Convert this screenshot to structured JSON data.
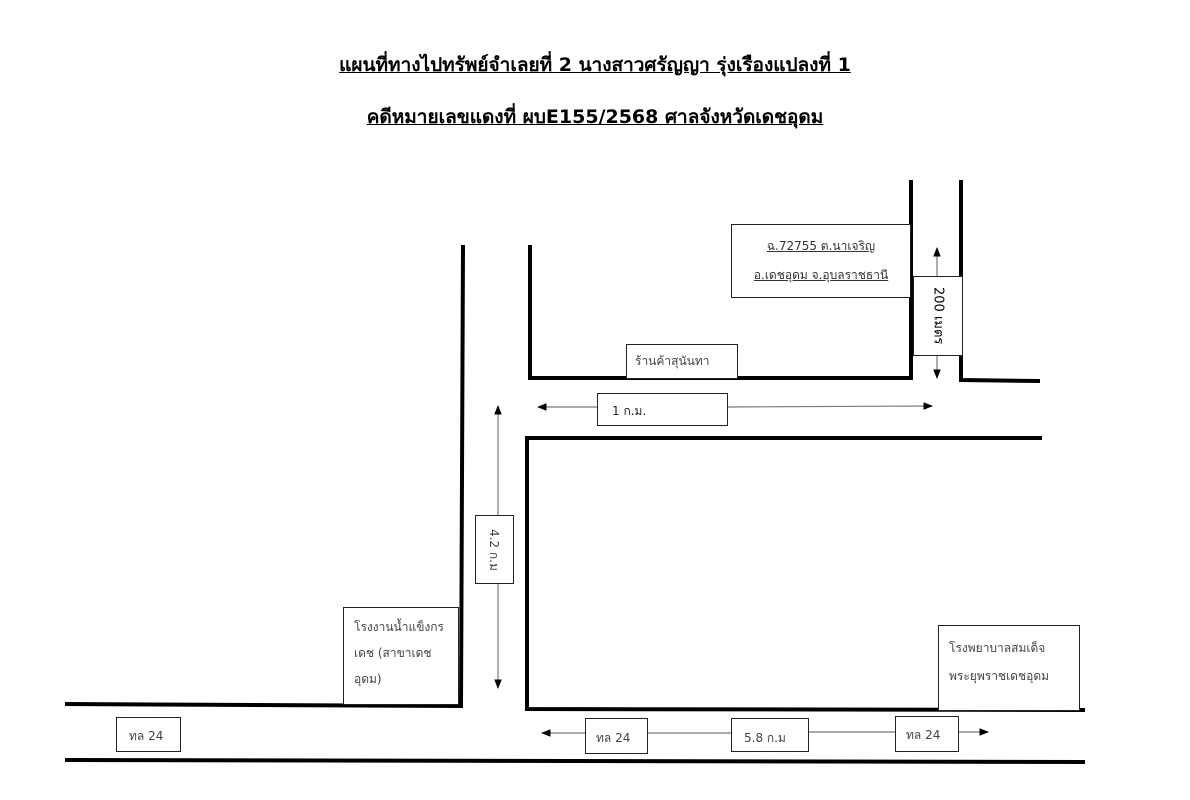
{
  "header": {
    "title_line1": "แผนที่ทางไปทรัพย์จำเลยที่ 2 นางสาวศรัญญา  รุ่งเรืองแปลงที่ 1",
    "title_line2": "คดีหมายเลขแดงที่ ผบE155/2568 ศาลจังหวัดเดชอุดม"
  },
  "landmarks": {
    "property": {
      "line1": "ฉ.72755 ต.นาเจริญ",
      "line2": "อ.เดชอุดม  จ.อุบลราชธานี"
    },
    "shop": "ร้านค้าสุนันทา",
    "ice_factory": {
      "line1": "โรงงานน้ำแข็งกร",
      "line2": "เดช (สาขาเดช",
      "line3": "อุดม)"
    },
    "hospital": {
      "line1": "โรงพยาบาลสมเด็จ",
      "line2": "พระยุพราชเดชอุดม"
    }
  },
  "distances": {
    "d200m": "200 เมตร",
    "d1km": "1 ก.ม.",
    "d4_2km": "4.2 ก.ม",
    "d5_8km": "5.8 ก.ม"
  },
  "road_labels": {
    "left": "ทล 24",
    "mid_left": "ทล 24",
    "mid_right": "ทล 24"
  },
  "colors": {
    "road": "#000000",
    "dimension_line": "#777777",
    "label_text": "#444444"
  }
}
